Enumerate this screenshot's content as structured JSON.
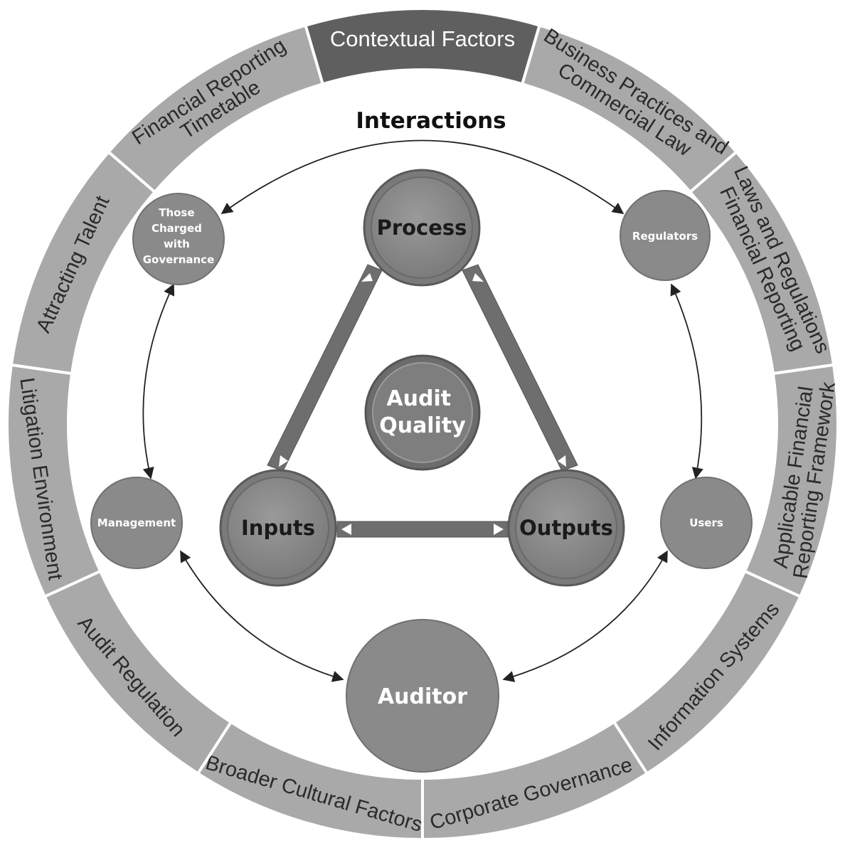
{
  "colors": {
    "ring_segment": "#a9a9a9",
    "ring_highlight": "#5f5f5f",
    "ring_separator": "#ffffff",
    "node_fill": "#8a8a8a",
    "node_stroke": "#666666",
    "bar_fill": "#707070",
    "arrow_line": "#222222"
  },
  "ring": {
    "highlight": "Contextual Factors",
    "segments": [
      {
        "lines": [
          "Contextual Factors"
        ],
        "highlight": true
      },
      {
        "lines": [
          "Business Practices and",
          "Commercial Law"
        ]
      },
      {
        "lines": [
          "Laws and Regulations",
          "Financial Reporting"
        ]
      },
      {
        "lines": [
          "Applicable Financial",
          "Reporting Framework"
        ]
      },
      {
        "lines": [
          "Information Systems"
        ]
      },
      {
        "lines": [
          "Corporate Governance"
        ]
      },
      {
        "lines": [
          "Broader Cultural Factors"
        ]
      },
      {
        "lines": [
          "Audit Regulation"
        ]
      },
      {
        "lines": [
          "Litigation Environment"
        ]
      },
      {
        "lines": [
          "Attracting Talent"
        ]
      },
      {
        "lines": [
          "Financial Reporting",
          "Timetable"
        ]
      }
    ]
  },
  "interactions_label": "Interactions",
  "stakeholders": {
    "governance": [
      "Those",
      "Charged",
      "with",
      "Governance"
    ],
    "regulators": "Regulators",
    "management": "Management",
    "users": "Users",
    "auditor": "Auditor"
  },
  "core": {
    "process": "Process",
    "inputs": "Inputs",
    "outputs": "Outputs",
    "center": [
      "Audit",
      "Quality"
    ]
  }
}
